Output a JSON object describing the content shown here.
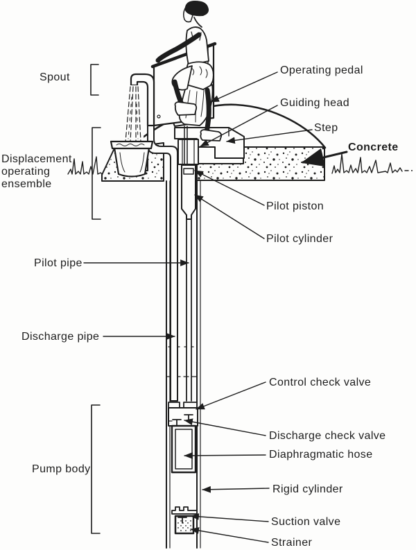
{
  "figure": {
    "ink_color": "#1d1d1d",
    "background_color": "#fdfdfc",
    "labels": {
      "spout": "Spout",
      "displacement_operating_ensemble": [
        "Displacement",
        "operating",
        "ensemble"
      ],
      "pilot_pipe": "Pilot pipe",
      "discharge_pipe": "Discharge pipe",
      "pump_body": "Pump body",
      "operating_pedal": "Operating pedal",
      "guiding_head": "Guiding head",
      "step": "Step",
      "concrete": "Concrete",
      "pilot_piston": "Pilot piston",
      "pilot_cylinder": "Pilot cylinder",
      "control_check_valve": "Control check valve",
      "discharge_check_valve": "Discharge check valve",
      "diaphragmatic_hose": "Diaphragmatic hose",
      "rigid_cylinder": "Rigid cylinder",
      "suction_valve": "Suction valve",
      "strainer": "Strainer"
    }
  }
}
